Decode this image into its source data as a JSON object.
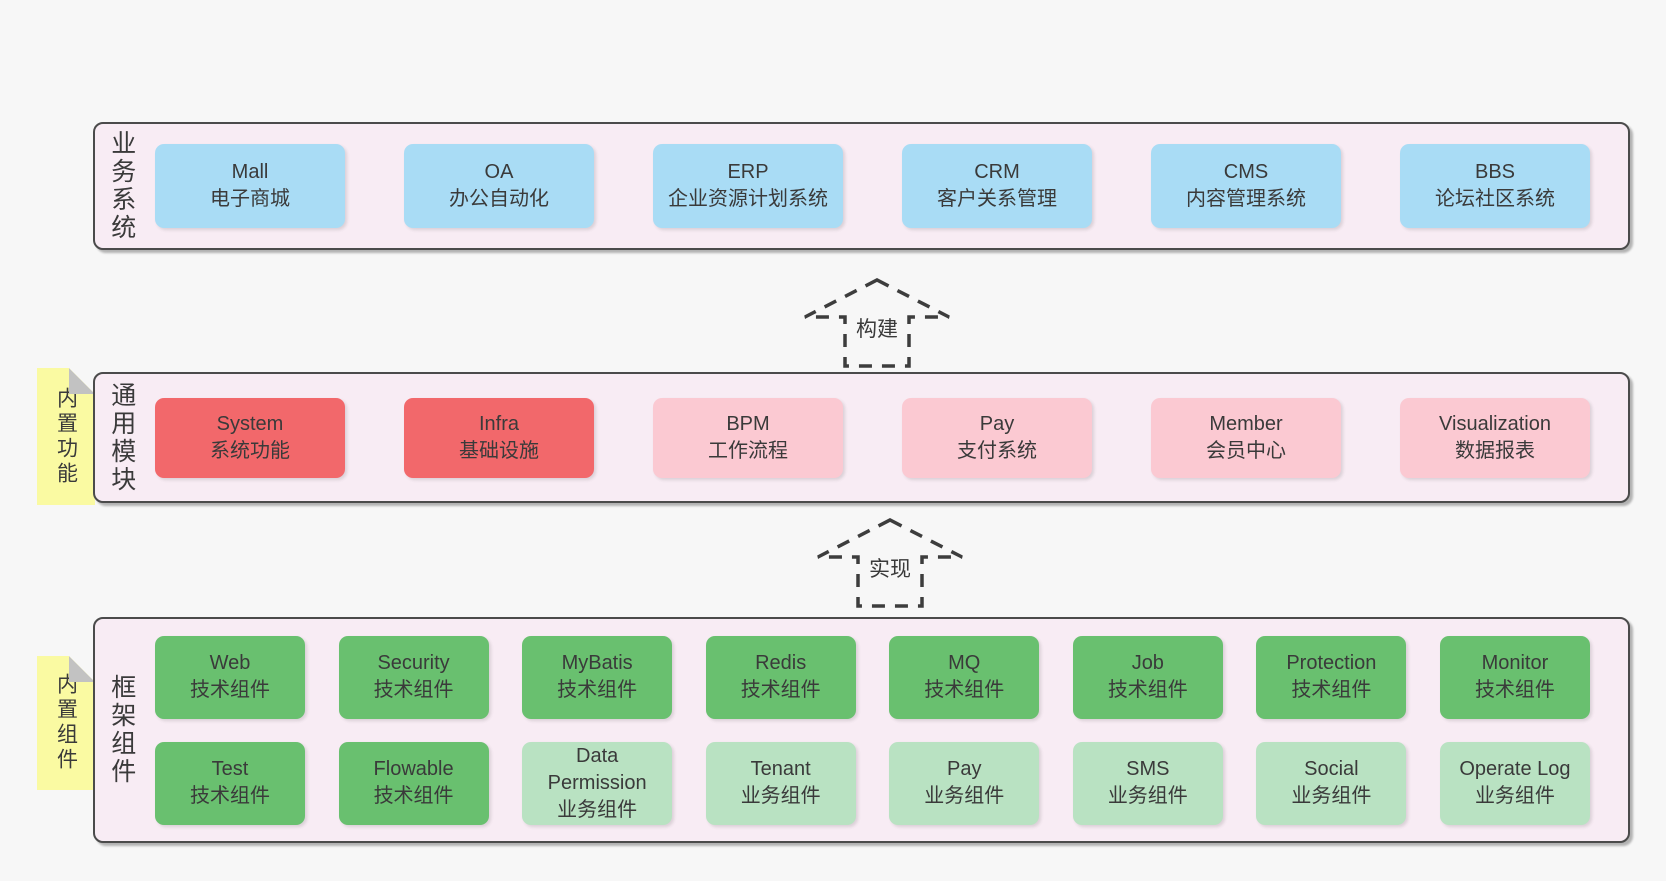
{
  "arrows": [
    {
      "label": "构建"
    },
    {
      "label": "实现"
    }
  ],
  "bands": {
    "business": {
      "side_label": "业务系统",
      "boxes": [
        {
          "title": "Mall",
          "subtitle": "电子商城"
        },
        {
          "title": "OA",
          "subtitle": "办公自动化"
        },
        {
          "title": "ERP",
          "subtitle": "企业资源计划系统"
        },
        {
          "title": "CRM",
          "subtitle": "客户关系管理"
        },
        {
          "title": "CMS",
          "subtitle": "内容管理系统"
        },
        {
          "title": "BBS",
          "subtitle": "论坛社区系统"
        }
      ]
    },
    "modules": {
      "side_label": "通用模块",
      "sticky": "内置功能",
      "boxes": [
        {
          "title": "System",
          "subtitle": "系统功能",
          "variant": "red"
        },
        {
          "title": "Infra",
          "subtitle": "基础设施",
          "variant": "red"
        },
        {
          "title": "BPM",
          "subtitle": "工作流程",
          "variant": "pink"
        },
        {
          "title": "Pay",
          "subtitle": "支付系统",
          "variant": "pink"
        },
        {
          "title": "Member",
          "subtitle": "会员中心",
          "variant": "pink"
        },
        {
          "title": "Visualization",
          "subtitle": "数据报表",
          "variant": "pink"
        }
      ]
    },
    "components": {
      "side_label": "框架组件",
      "sticky": "内置组件",
      "rows": [
        [
          {
            "title": "Web",
            "subtitle": "技术组件",
            "variant": "green"
          },
          {
            "title": "Security",
            "subtitle": "技术组件",
            "variant": "green"
          },
          {
            "title": "MyBatis",
            "subtitle": "技术组件",
            "variant": "green"
          },
          {
            "title": "Redis",
            "subtitle": "技术组件",
            "variant": "green"
          },
          {
            "title": "MQ",
            "subtitle": "技术组件",
            "variant": "green"
          },
          {
            "title": "Job",
            "subtitle": "技术组件",
            "variant": "green"
          },
          {
            "title": "Protection",
            "subtitle": "技术组件",
            "variant": "green"
          },
          {
            "title": "Monitor",
            "subtitle": "技术组件",
            "variant": "green"
          }
        ],
        [
          {
            "title": "Test",
            "subtitle": "技术组件",
            "variant": "green"
          },
          {
            "title": "Flowable",
            "subtitle": "技术组件",
            "variant": "green"
          },
          {
            "title": "Data Permission",
            "subtitle": "业务组件",
            "variant": "green-light"
          },
          {
            "title": "Tenant",
            "subtitle": "业务组件",
            "variant": "green-light"
          },
          {
            "title": "Pay",
            "subtitle": "业务组件",
            "variant": "green-light"
          },
          {
            "title": "SMS",
            "subtitle": "业务组件",
            "variant": "green-light"
          },
          {
            "title": "Social",
            "subtitle": "业务组件",
            "variant": "green-light"
          },
          {
            "title": "Operate Log",
            "subtitle": "业务组件",
            "variant": "green-light"
          }
        ]
      ]
    }
  },
  "colors": {
    "page_bg": "#f7f7f7",
    "band_bg": "#f8ecf4",
    "band_border": "#4b4b4b",
    "arrow_stroke": "#3d3d3d",
    "text": "#3a3a3a",
    "blue": "#a9dcf5",
    "red": "#f2686b",
    "pink": "#fbc9d2",
    "green": "#69c06f",
    "green_light": "#b9e2c2",
    "yellow": "#fafaa2",
    "fold": "#c2c2c2"
  }
}
